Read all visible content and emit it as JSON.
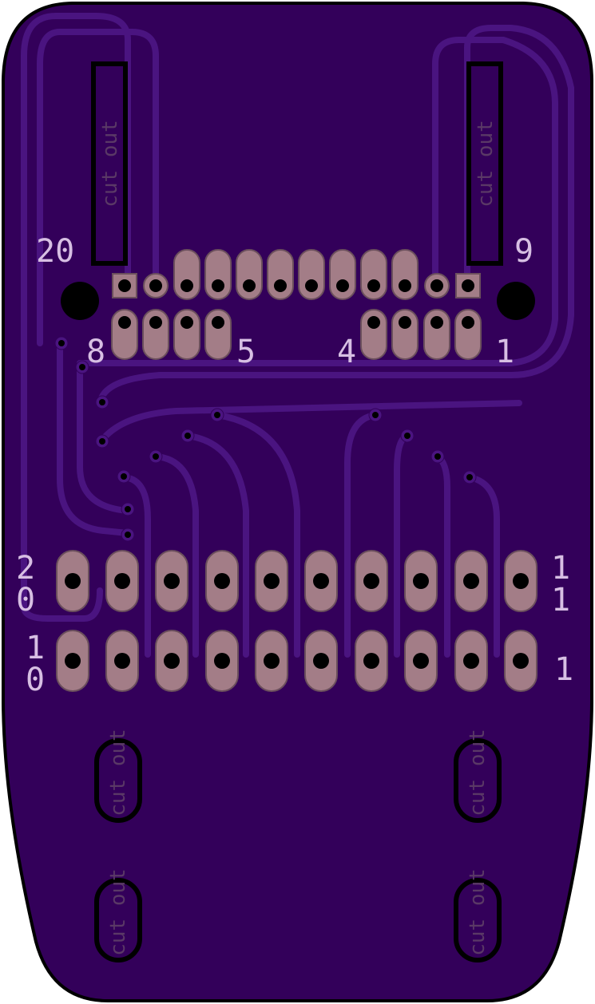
{
  "colors": {
    "outline": "#ffffff",
    "board_edge": "#000000",
    "board_fill": "#33005a",
    "trace": "#4a1480",
    "pad": "#a37d87",
    "pad_stroke": "#6b4f5c",
    "drill": "#000000",
    "silkscreen": "#d7bfe3",
    "cutout_stroke": "#000000"
  },
  "labels": {
    "top_left": "20",
    "top_right": "9",
    "pin8": "8",
    "pin5": "5",
    "pin4": "4",
    "pin1_top": "1",
    "row_top_left_1": "2",
    "row_top_left_2": "0",
    "row_top_right_1": "1",
    "row_top_right_2": "1",
    "row_bot_left_1": "1",
    "row_bot_left_2": "0",
    "row_bot_right": "1"
  },
  "cutouts": [
    {
      "label": "cut out"
    },
    {
      "label": "cut out"
    },
    {
      "label": "cut out"
    },
    {
      "label": "cut out"
    },
    {
      "label": "cut out"
    },
    {
      "label": "cut out"
    }
  ]
}
